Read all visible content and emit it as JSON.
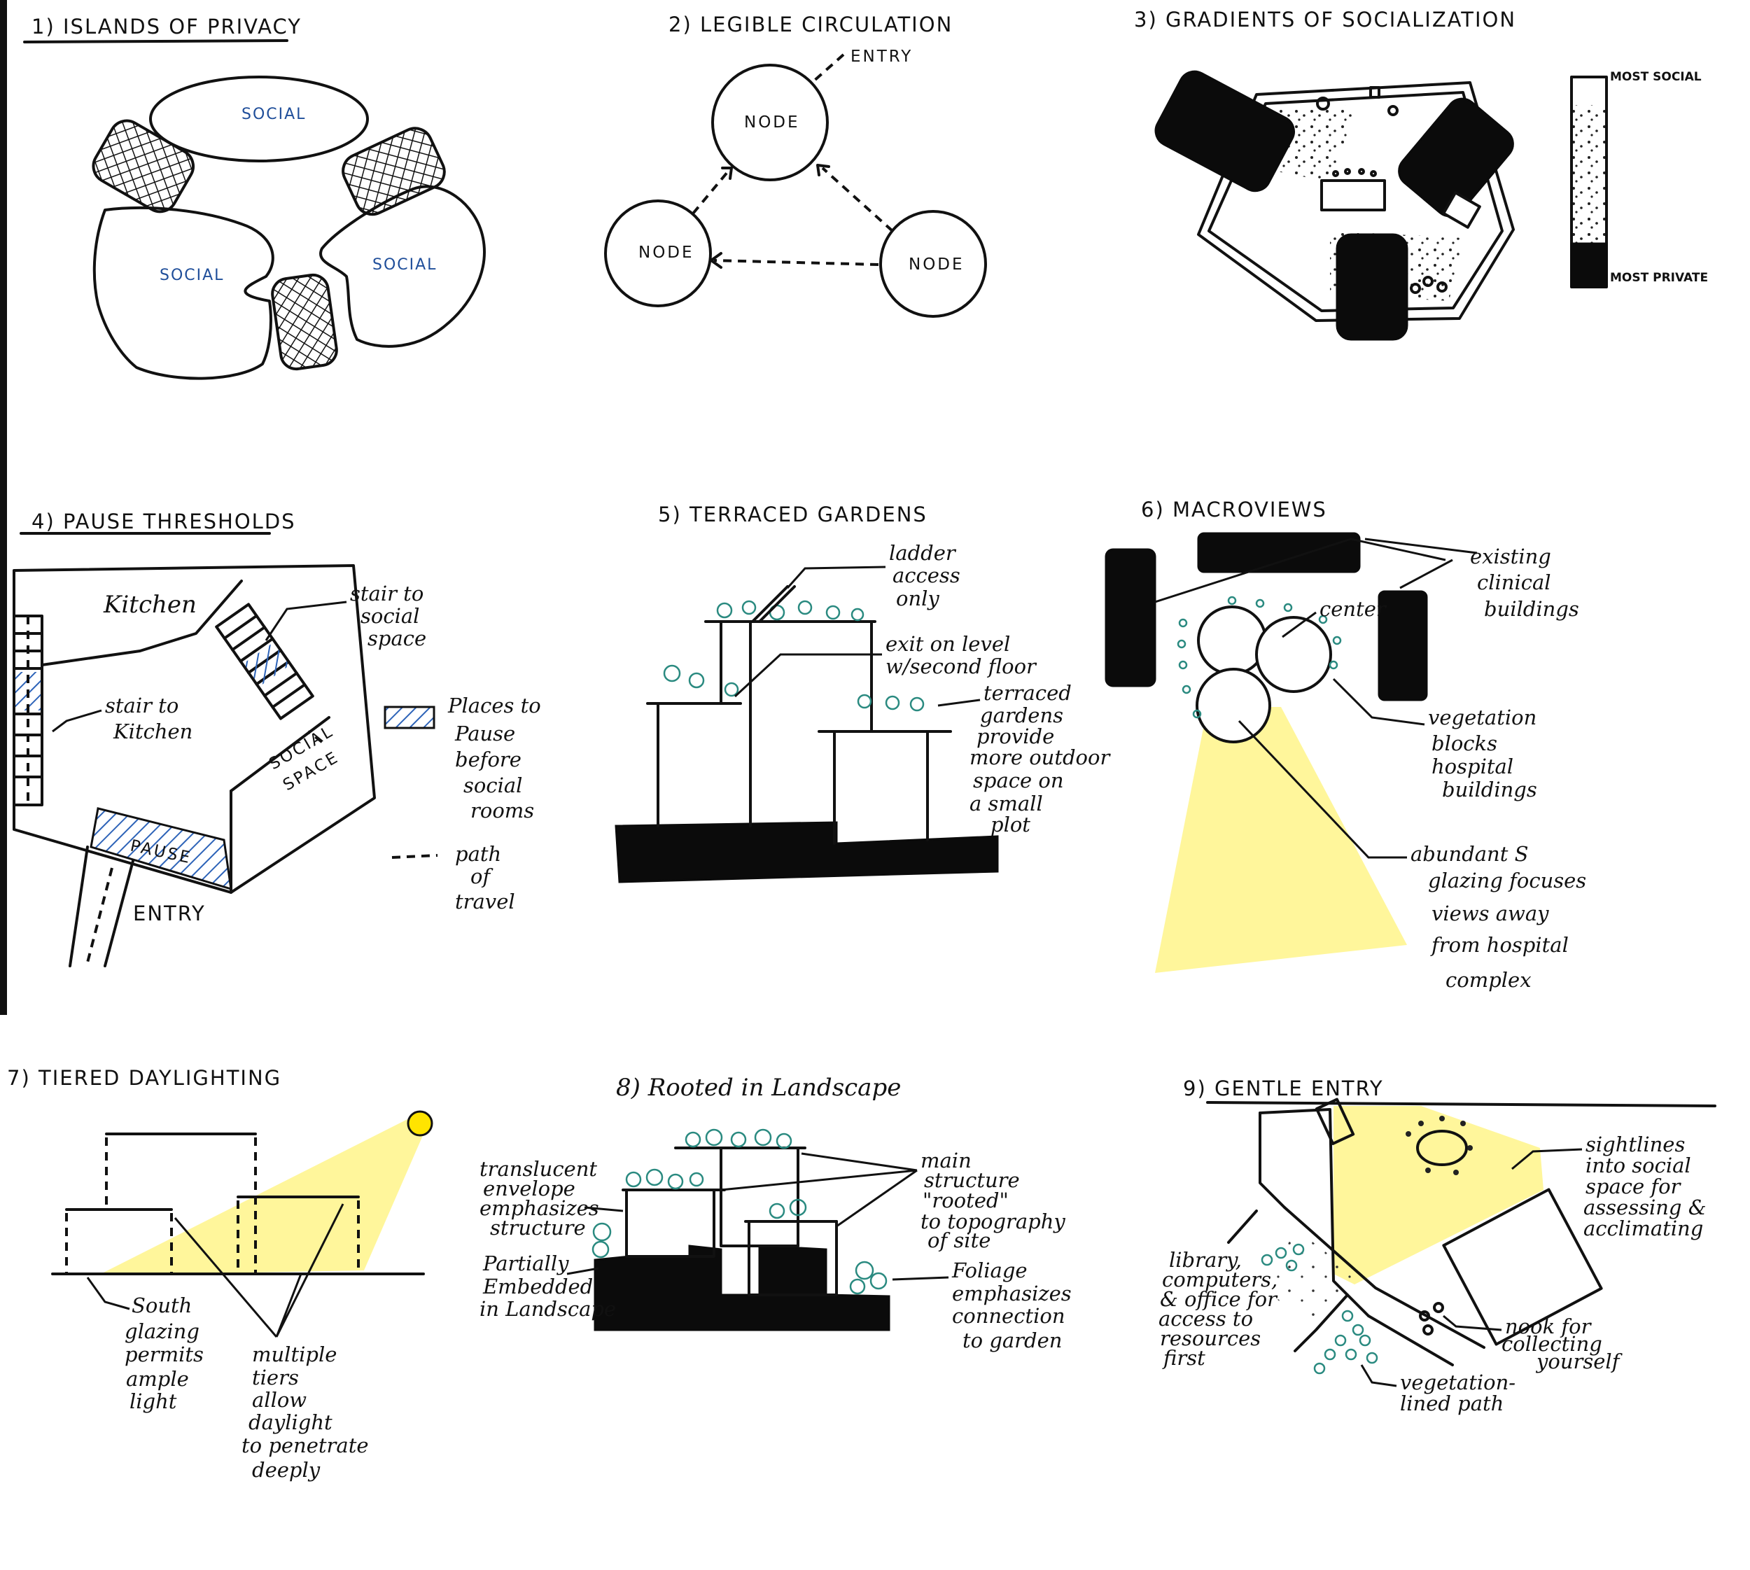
{
  "panels": {
    "p1": {
      "title": "1) ISLANDS OF PRIVACY",
      "labels": [
        "SOCIAL",
        "SOCIAL",
        "SOCIAL"
      ]
    },
    "p2": {
      "title": "2) LEGIBLE CIRCULATION",
      "entry": "ENTRY",
      "nodes": [
        "NODE",
        "NODE",
        "NODE"
      ]
    },
    "p3": {
      "title": "3) GRADIENTS OF SOCIALIZATION",
      "scale_top": "MOST SOCIAL",
      "scale_bottom": "MOST PRIVATE"
    },
    "p4": {
      "title": "4) PAUSE THRESHOLDS",
      "kitchen": "Kitchen",
      "stair_social": [
        "stair to",
        "social",
        "space"
      ],
      "stair_kitchen": [
        "stair to",
        "Kitchen"
      ],
      "social_space": [
        "SOCIAL",
        "SPACE"
      ],
      "pause": "PAUSE",
      "entry": "ENTRY",
      "legend_pause": [
        "Places to",
        "Pause",
        "before",
        "social",
        "rooms"
      ],
      "legend_path": [
        "path",
        "of",
        "travel"
      ]
    },
    "p5": {
      "title": "5) TERRACED GARDENS",
      "ladder": [
        "ladder",
        "access",
        "only"
      ],
      "exit": [
        "exit on level",
        "w/second floor"
      ],
      "terraced": [
        "terraced",
        "gardens",
        "provide",
        "more outdoor",
        "space on",
        "a small",
        "plot"
      ]
    },
    "p6": {
      "title": "6) MACROVIEWS",
      "existing": [
        "existing",
        "clinical",
        "buildings"
      ],
      "center": "center",
      "vegetation": [
        "vegetation",
        "blocks",
        "hospital",
        "buildings"
      ],
      "glazing": [
        "abundant S",
        "glazing focuses",
        "views away",
        "from hospital",
        "complex"
      ]
    },
    "p7": {
      "title": "7) TIERED DAYLIGHTING",
      "south": [
        "South",
        "glazing",
        "permits",
        "ample",
        "light"
      ],
      "tiers": [
        "multiple",
        "tiers",
        "allow",
        "daylight",
        "to penetrate",
        "deeply"
      ]
    },
    "p8": {
      "title": "8) Rooted in Landscape",
      "translucent": [
        "translucent",
        "envelope",
        "emphasizes",
        "structure"
      ],
      "embedded": [
        "Partially",
        "Embedded",
        "in Landscape"
      ],
      "main": [
        "main",
        "structure",
        "\"rooted\"",
        "to topography",
        "of site"
      ],
      "foliage": [
        "Foliage",
        "emphasizes",
        "connection",
        "to garden"
      ]
    },
    "p9": {
      "title": "9) GENTLE ENTRY",
      "sightlines": [
        "sightlines",
        "into social",
        "space for",
        "assessing &",
        "acclimating"
      ],
      "library": [
        "library,",
        "computers,",
        "& office for",
        "access to",
        "resources",
        "first"
      ],
      "vegetation": [
        "vegetation-",
        "lined path"
      ],
      "nook": [
        "nook for",
        "collecting",
        "yourself"
      ]
    }
  },
  "colors": {
    "ink": "#111111",
    "social_blue": "#1f4e9a",
    "highlight_yellow": "#fff58a",
    "vegetation_teal": "#2a8a80",
    "pause_blue": "#2d63b8"
  }
}
